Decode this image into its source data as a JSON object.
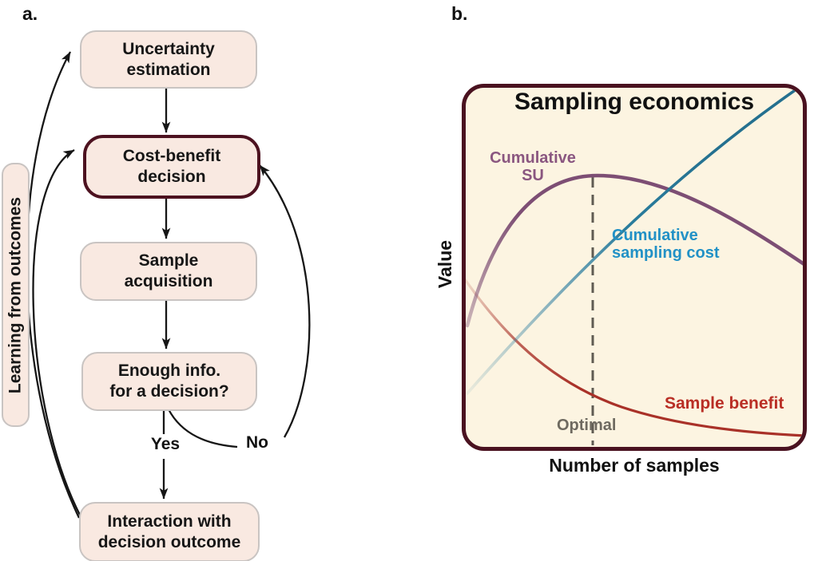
{
  "colors": {
    "accent_maroon": "#4d1220",
    "box_fill": "#f9e9e1",
    "box_border": "#c9c4c2",
    "panel_bg": "#fcf4e1",
    "purple_curve": "#7d4e74",
    "purple_label": "#8a5680",
    "blue_curve": "#2a7d9d",
    "blue_label": "#2191c6",
    "red_curve": "#a93128",
    "red_label": "#b92e25",
    "dashed_gray": "#5f5b52",
    "gray_label": "#6e6a60"
  },
  "panel_a": {
    "label": "a.",
    "side_label": "Learning from outcomes",
    "boxes": [
      {
        "id": "uncertainty-estimation",
        "text": "Uncertainty\nestimation",
        "highlighted": false
      },
      {
        "id": "cost-benefit-decision",
        "text": "Cost-benefit\ndecision",
        "highlighted": true
      },
      {
        "id": "sample-acquisition",
        "text": "Sample\nacquisition",
        "highlighted": false
      },
      {
        "id": "enough-info",
        "text": "Enough info.\nfor a decision?",
        "highlighted": false
      },
      {
        "id": "interaction-outcome",
        "text": "Interaction with\ndecision outcome",
        "highlighted": false
      }
    ],
    "branch_labels": {
      "yes": "Yes",
      "no": "No"
    }
  },
  "panel_b": {
    "label": "b.",
    "title": "Sampling economics",
    "xlabel": "Number of samples",
    "ylabel": "Value",
    "curve_labels": {
      "cumulative_su": "Cumulative SU",
      "cumulative_cost": "Cumulative sampling cost",
      "sample_benefit": "Sample benefit",
      "optimal": "Optimal"
    }
  },
  "chart_data": {
    "type": "line",
    "title": "Sampling economics",
    "xlabel": "Number of samples",
    "ylabel": "Value",
    "axis_ticks": "none",
    "grid": false,
    "legend": "inline-labels",
    "x": [
      0,
      1,
      2,
      3,
      4,
      5,
      6,
      7,
      8,
      9,
      10
    ],
    "series": [
      {
        "name": "Cumulative SU",
        "color": "#7d4e74",
        "values": [
          0.34,
          0.51,
          0.65,
          0.72,
          0.75,
          0.74,
          0.71,
          0.66,
          0.6,
          0.55,
          0.51
        ]
      },
      {
        "name": "Cumulative sampling cost",
        "color": "#2a7d9d",
        "values": [
          0.15,
          0.25,
          0.34,
          0.44,
          0.53,
          0.62,
          0.71,
          0.79,
          0.87,
          0.94,
          1.0
        ]
      },
      {
        "name": "Sample benefit",
        "color": "#a93128",
        "values": [
          0.47,
          0.36,
          0.27,
          0.2,
          0.15,
          0.12,
          0.1,
          0.08,
          0.06,
          0.05,
          0.04
        ]
      }
    ],
    "annotations": [
      {
        "label": "Optimal",
        "x": 3.8,
        "style": "dashed-vertical-line",
        "meaning": "peak of Cumulative SU"
      }
    ]
  }
}
